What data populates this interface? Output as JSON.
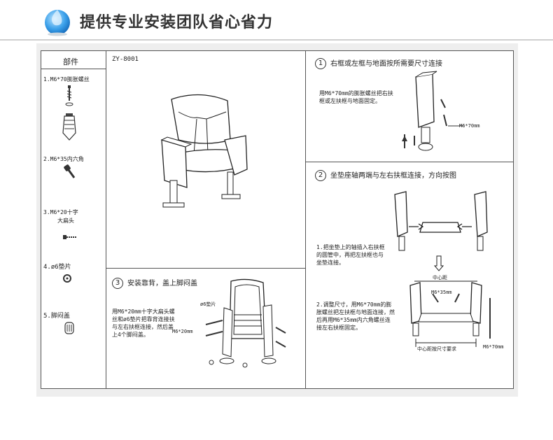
{
  "header": {
    "title": "提供专业安装团队省心省力"
  },
  "parts": {
    "heading": "部件",
    "items": [
      {
        "label": "1.M6*70膨胀螺丝"
      },
      {
        "label": "2.M6*35内六角"
      },
      {
        "label": "3.M6*20十字"
      },
      {
        "label": "大扁头"
      },
      {
        "label": "4.ø6垫片"
      },
      {
        "label": "5.脚闷盖"
      }
    ]
  },
  "model": {
    "code": "ZY-8001"
  },
  "steps": [
    {
      "number": "1",
      "title": "右框或左框与地面按所需要尺寸连接",
      "desc": "用M6*70mm的膨胀螺丝把右扶框或左扶框与地面固定。",
      "callout": "M6*70mm"
    },
    {
      "number": "2",
      "title": "坐垫座轴两端与左右扶框连接，方向按图",
      "desc1": "1.把坐垫上的轴插入右扶框的圆管中，再把左扶框也与坐垫连接。",
      "desc2": "2.调整尺寸，用M6*70mm的膨胀螺丝把左扶框与地面连接，然后再用M6*35mm内六角螺丝连接左右扶框固定。",
      "center_label": "中心距",
      "bottom_label": "中心距按尺寸要求",
      "bolt1": "M6*35mm",
      "bolt2": "M6*70mm"
    },
    {
      "number": "3",
      "title": "安装靠背，盖上脚闷盖",
      "desc": "用M6*20mm十字大扁头螺丝和ø6垫片把靠背连接扶与左右扶框连接，然后盖上4个脚闷盖。",
      "washer": "ø6垫片",
      "bolt": "M6*20mm"
    }
  ],
  "colors": {
    "logo_blue": "#2a8fe0",
    "line": "#555555",
    "sheet": "#eeeeee"
  }
}
